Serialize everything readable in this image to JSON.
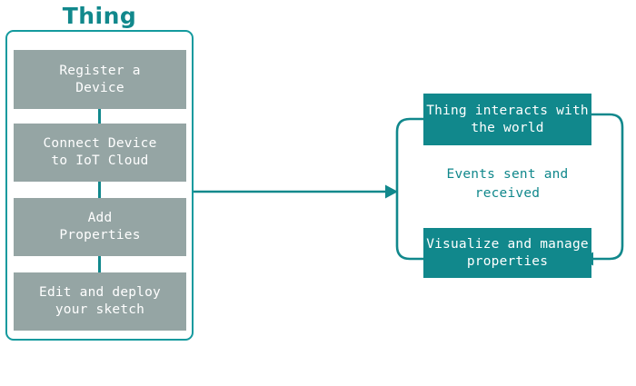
{
  "colors": {
    "teal": "#11888c",
    "teal_border": "#149a9e",
    "gray_box": "#95a5a4",
    "box_text": "#ffffff",
    "background": "#ffffff"
  },
  "thing": {
    "title": "Thing",
    "steps": [
      {
        "line1": "Register a",
        "line2": "Device"
      },
      {
        "line1": "Connect Device",
        "line2": "to IoT Cloud"
      },
      {
        "line1": "Add",
        "line2": "Properties"
      },
      {
        "line1": "Edit and deploy",
        "line2": "your sketch"
      }
    ]
  },
  "flow": {
    "middle_arrow": "arrow-right-icon"
  },
  "cycle": {
    "top_box": {
      "line1": "Thing interacts",
      "line2": "with the world"
    },
    "center_label": {
      "line1": "Events sent",
      "line2": "and received"
    },
    "bottom_box": {
      "line1": "Visualize and",
      "line2": "manage properties"
    },
    "left_arrow": "cycle-arrow-up-icon",
    "right_arrow": "cycle-arrow-down-icon"
  }
}
